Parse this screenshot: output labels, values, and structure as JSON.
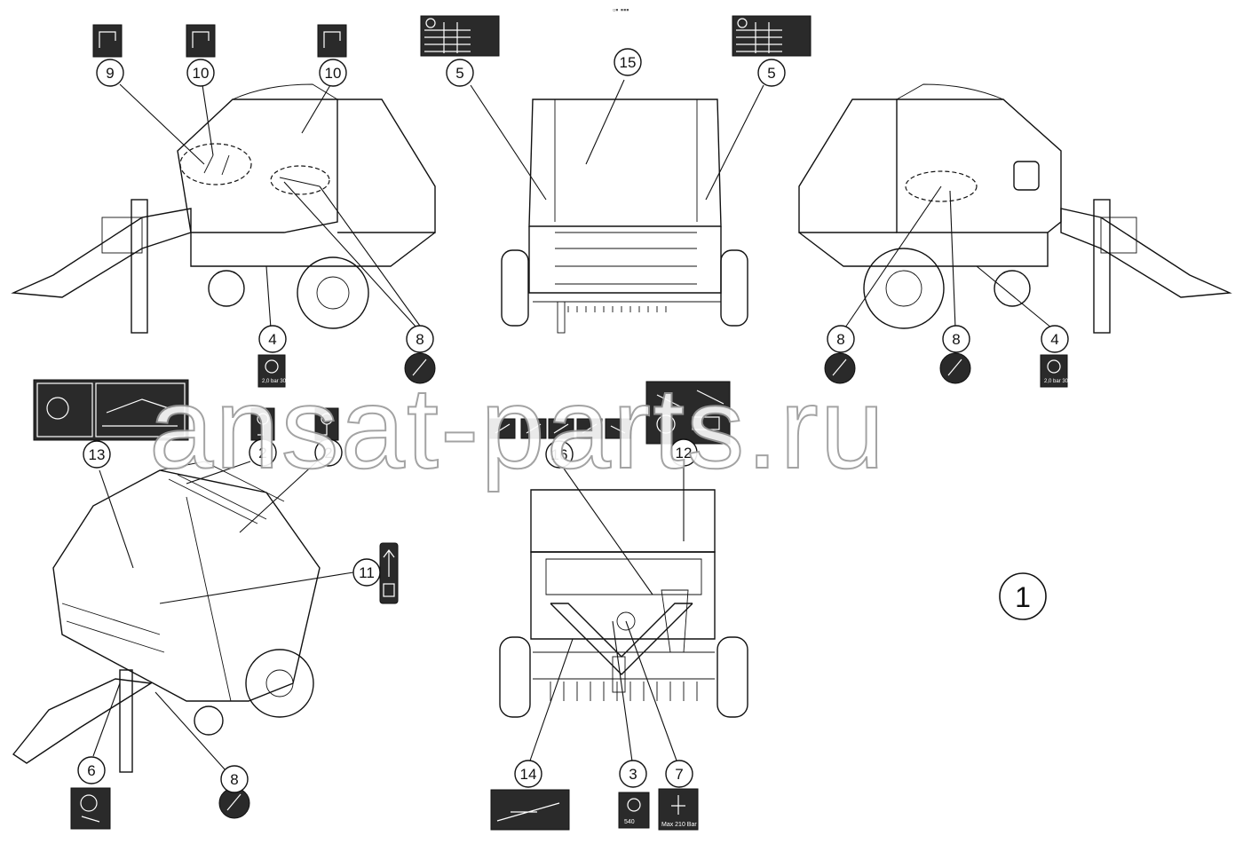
{
  "header_mark": "▫▪ ▪▪▪",
  "watermark": "ansat-parts.ru",
  "figure_number": "1",
  "callouts": [
    {
      "num": "9"
    },
    {
      "num": "10"
    },
    {
      "num": "10"
    },
    {
      "num": "5"
    },
    {
      "num": "15"
    },
    {
      "num": "5"
    },
    {
      "num": "4"
    },
    {
      "num": "8"
    },
    {
      "num": "8"
    },
    {
      "num": "8"
    },
    {
      "num": "4"
    },
    {
      "num": "13"
    },
    {
      "num": "2"
    },
    {
      "num": "2"
    },
    {
      "num": "16"
    },
    {
      "num": "12"
    },
    {
      "num": "11"
    },
    {
      "num": "6"
    },
    {
      "num": "8"
    },
    {
      "num": "14"
    },
    {
      "num": "3"
    },
    {
      "num": "7"
    }
  ],
  "decal_texts": {
    "pressure_left": "2,0 bar 30 psi",
    "pressure_right": "2,0 bar 30 psi",
    "pto_speed": "540",
    "max_pressure": "Max 210 Bar"
  }
}
